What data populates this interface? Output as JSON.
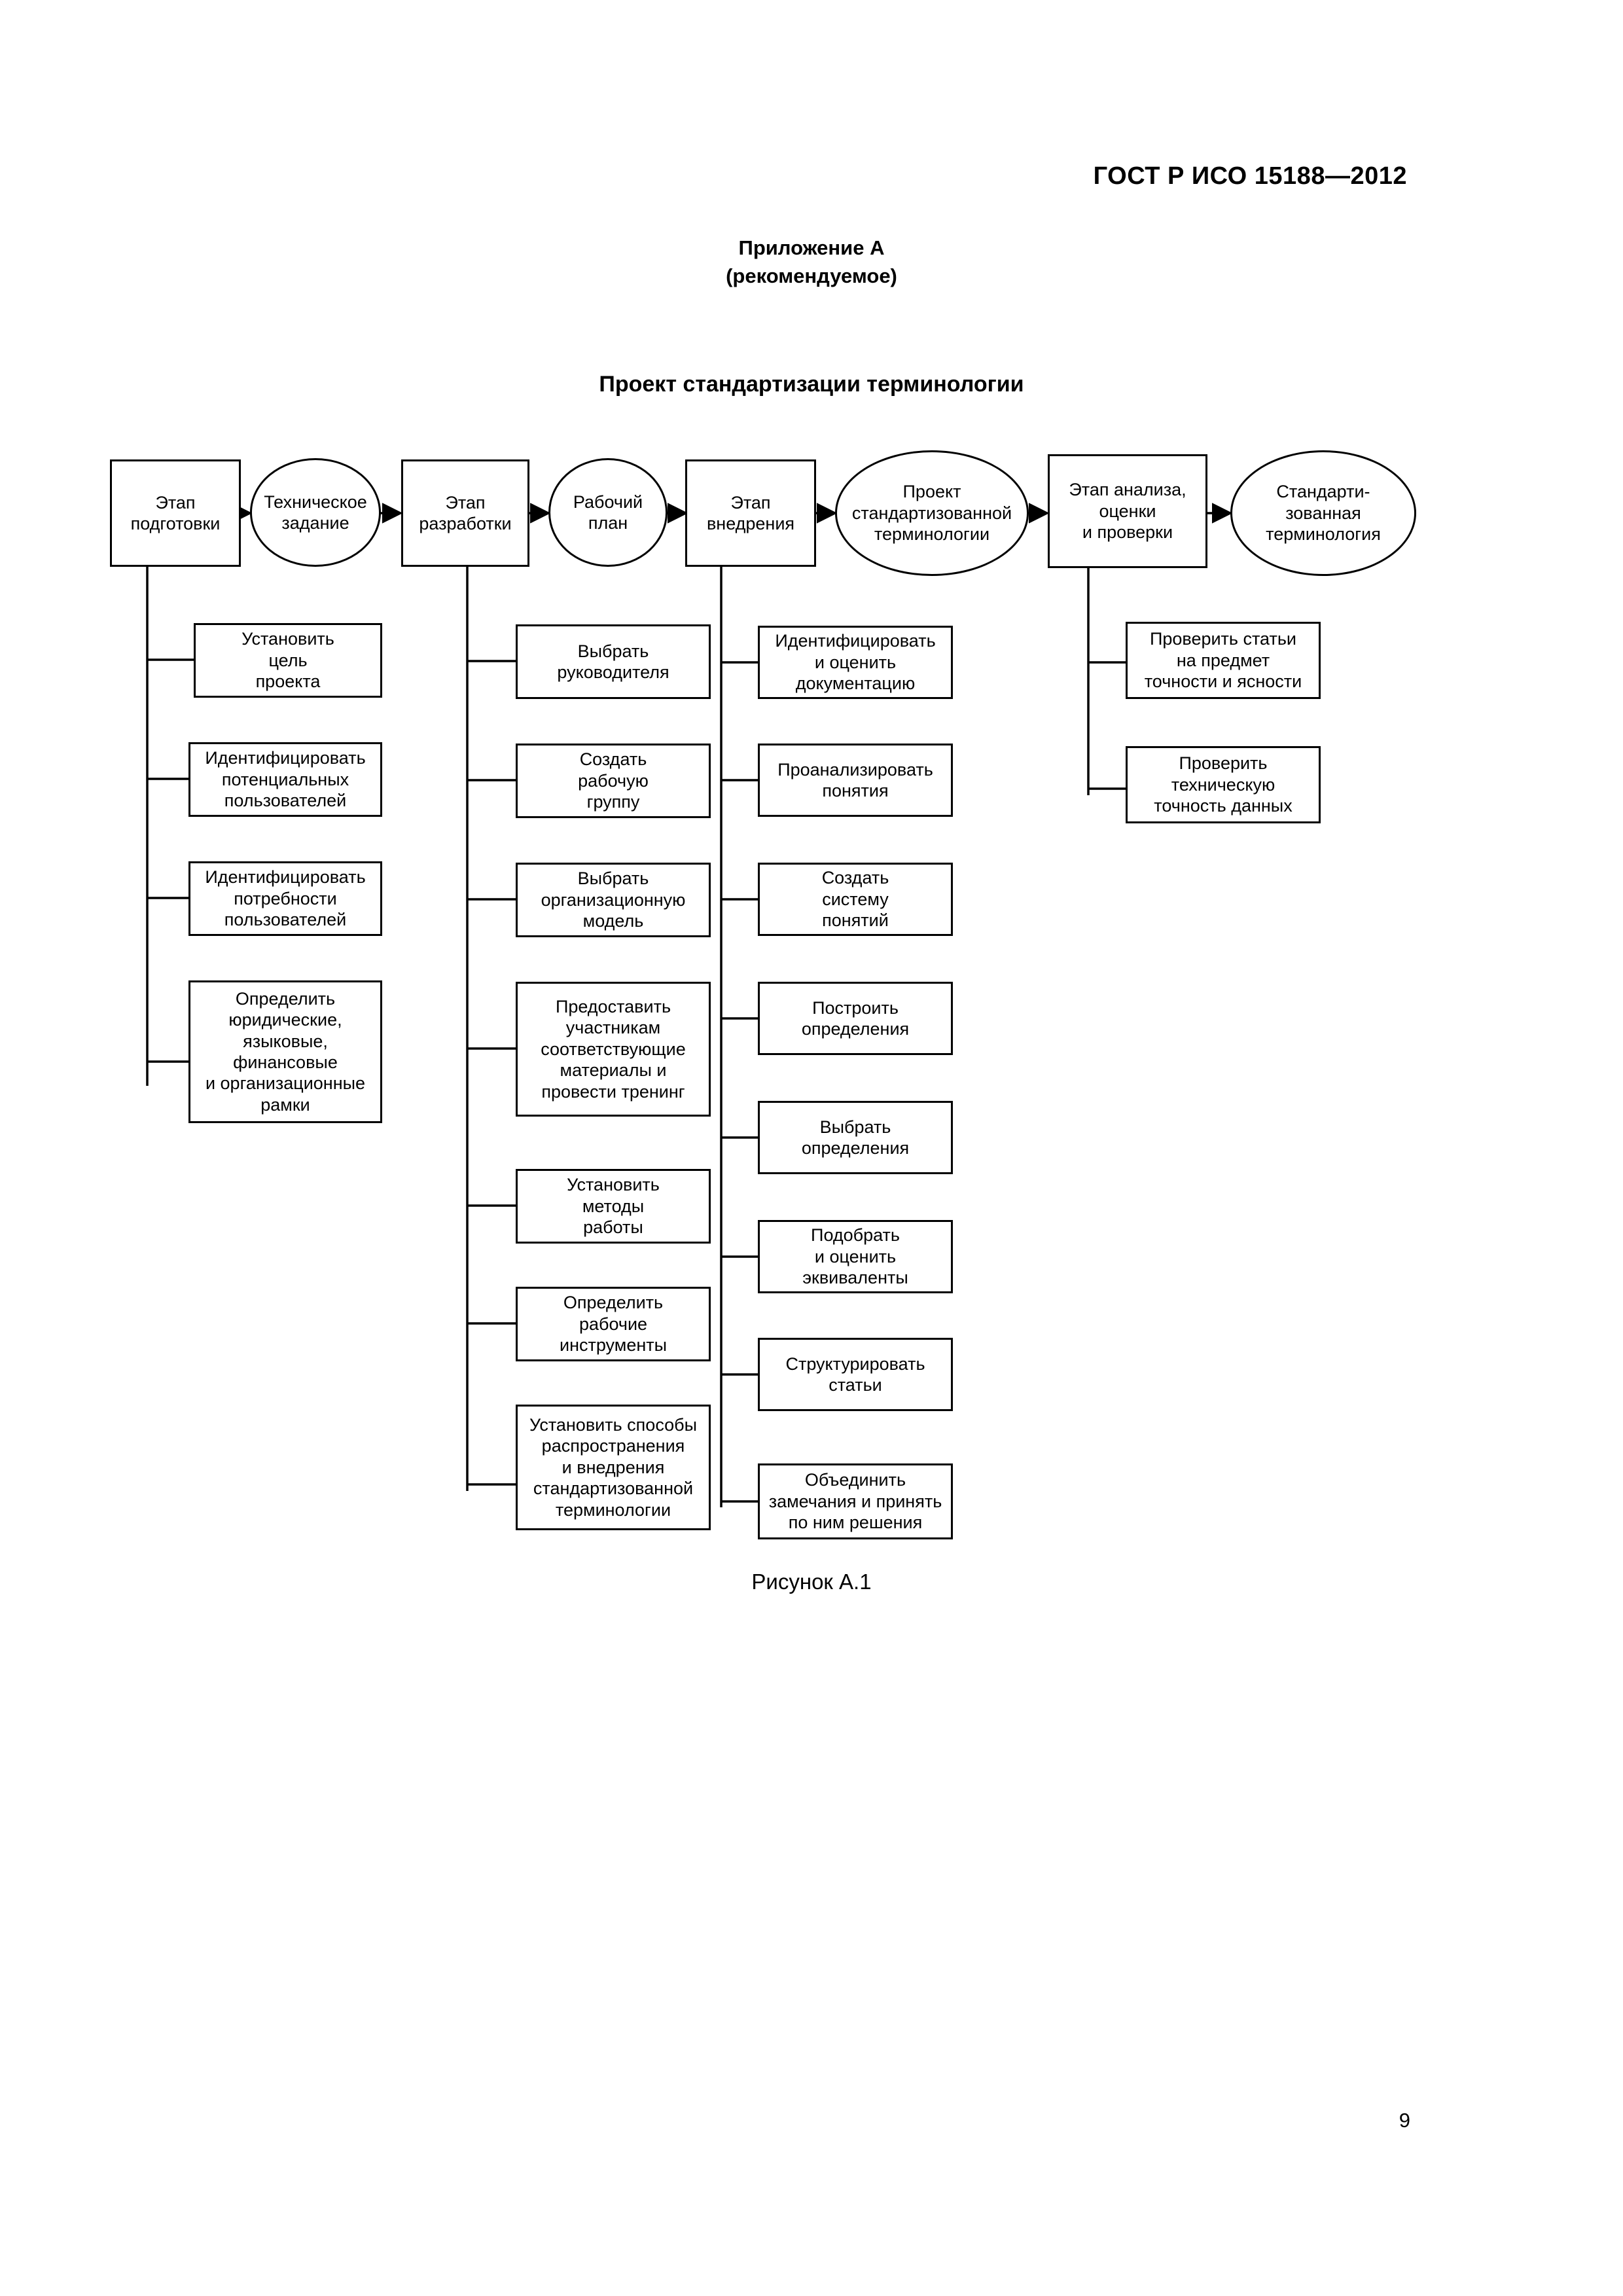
{
  "document": {
    "header": "ГОСТ Р ИСО 15188—2012",
    "annex_label": "Приложение А",
    "annex_kind": "(рекомендуемое)",
    "figure_title": "Проект стандартизации терминологии",
    "figure_caption": "Рисунок А.1",
    "page_number": "9"
  },
  "chart_data": {
    "type": "diagram",
    "title": "Проект стандартизации терминологии",
    "orientation": "left-to-right with vertical task branches",
    "colors": {
      "stroke": "#000000",
      "fill": "#ffffff",
      "text": "#000000"
    },
    "top_row": [
      {
        "id": "stage-preparation",
        "shape": "rect",
        "label": "Этап\nподготовки"
      },
      {
        "id": "tech-assignment",
        "shape": "ellipse",
        "label": "Техническое\nзадание"
      },
      {
        "id": "stage-development",
        "shape": "rect",
        "label": "Этап\nразработки"
      },
      {
        "id": "work-plan",
        "shape": "ellipse",
        "label": "Рабочий\nплан"
      },
      {
        "id": "stage-implementation",
        "shape": "rect",
        "label": "Этап\nвнедрения"
      },
      {
        "id": "draft-terminology",
        "shape": "ellipse",
        "label": "Проект\nстандартизованной\nтерминологии"
      },
      {
        "id": "stage-analysis",
        "shape": "rect",
        "label": "Этап анализа,\nоценки\nи проверки"
      },
      {
        "id": "standardized-terminology",
        "shape": "ellipse",
        "label": "Стандарти-\nзованная\nтерминология"
      }
    ],
    "columns": [
      {
        "parent": "stage-preparation",
        "tasks": [
          "Установить\nцель\nпроекта",
          "Идентифицировать\nпотенциальных\nпользователей",
          "Идентифицировать\nпотребности\nпользователей",
          "Определить\nюридические,\nязыковые,\nфинансовые\nи организационные\nрамки"
        ]
      },
      {
        "parent": "stage-development",
        "tasks": [
          "Выбрать\nруководителя",
          "Создать\nрабочую\nгруппу",
          "Выбрать\nорганизационную\nмодель",
          "Предоставить\nучастникам\nсоответствующие\nматериалы и\nпровести тренинг",
          "Установить\nметоды\nработы",
          "Определить\nрабочие\nинструменты",
          "Установить способы\nраспространения\nи внедрения\nстандартизованной\nтерминологии"
        ]
      },
      {
        "parent": "stage-implementation",
        "tasks": [
          "Идентифицировать\nи оценить\nдокументацию",
          "Проанализировать\nпонятия",
          "Создать\nсистему\nпонятий",
          "Построить\nопределения",
          "Выбрать\nопределения",
          "Подобрать\nи оценить\nэквиваленты",
          "Структурировать\nстатьи",
          "Объединить\nзамечания и принять\nпо ним решения"
        ]
      },
      {
        "parent": "stage-analysis",
        "tasks": [
          "Проверить статьи\nна предмет\nточности и ясности",
          "Проверить\nтехническую\nточность данных"
        ]
      }
    ]
  }
}
